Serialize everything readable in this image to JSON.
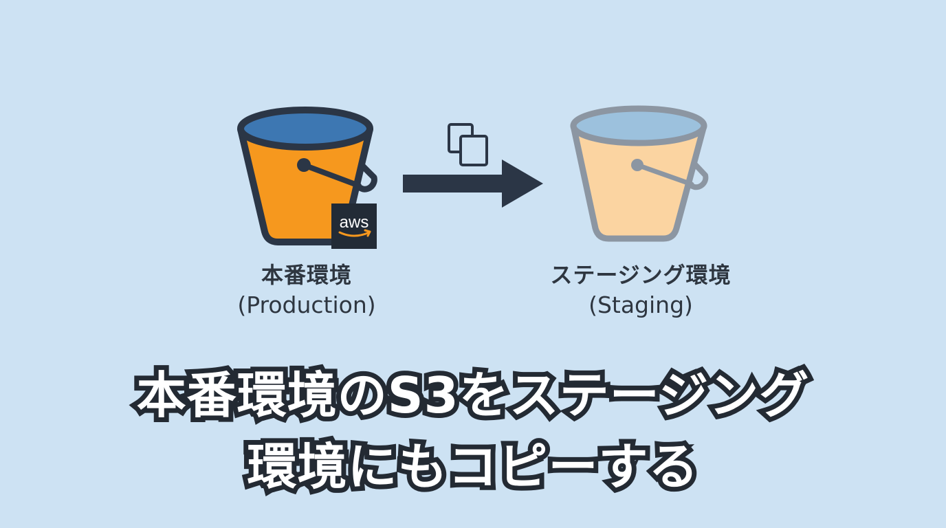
{
  "source": {
    "label_jp": "本番環境",
    "label_en": "(Production)",
    "badge_text": "aws",
    "colors": {
      "body": "#f6981e",
      "water": "#3d77b2",
      "outline": "#2b3646"
    }
  },
  "target": {
    "label_jp": "ステージング環境",
    "label_en": "(Staging)",
    "colors": {
      "body": "#fbd4a1",
      "water": "#9cc1dd",
      "outline": "#8c96a2"
    }
  },
  "action": {
    "arrow_icon": "right-arrow-icon",
    "copy_icon": "copy-icon",
    "color": "#2b3646"
  },
  "caption": {
    "line1": "本番環境のS3をステージング",
    "line2": "環境にもコピーする"
  }
}
